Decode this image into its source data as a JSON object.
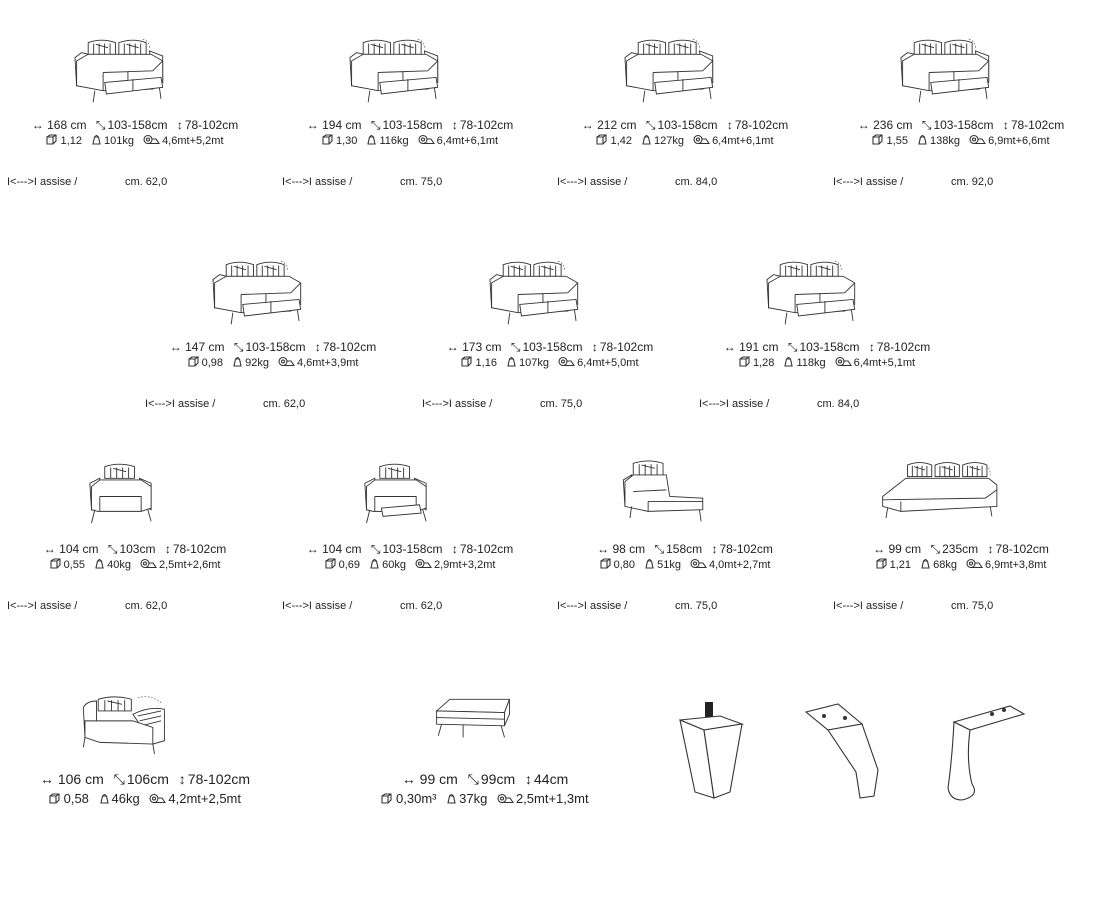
{
  "products": [
    {
      "id": "sofa-168",
      "kind": "sofa2",
      "w": "168 cm",
      "d": "103-158cm",
      "h": "78-102cm",
      "vol": "1,12",
      "weight": "101kg",
      "fabric": "4,6mt+5,2mt",
      "assise_label": "I<--->I assise /",
      "assise_value": "cm. 62,0"
    },
    {
      "id": "sofa-194",
      "kind": "sofa2",
      "w": "194 cm",
      "d": "103-158cm",
      "h": "78-102cm",
      "vol": "1,30",
      "weight": "116kg",
      "fabric": "6,4mt+6,1mt",
      "assise_label": "I<--->I assise /",
      "assise_value": "cm. 75,0"
    },
    {
      "id": "sofa-212",
      "kind": "sofa2",
      "w": "212 cm",
      "d": "103-158cm",
      "h": "78-102cm",
      "vol": "1,42",
      "weight": "127kg",
      "fabric": "6,4mt+6,1mt",
      "assise_label": "I<--->I assise /",
      "assise_value": "cm. 84,0"
    },
    {
      "id": "sofa-236",
      "kind": "sofa2",
      "w": "236 cm",
      "d": "103-158cm",
      "h": "78-102cm",
      "vol": "1,55",
      "weight": "138kg",
      "fabric": "6,9mt+6,6mt",
      "assise_label": "I<--->I assise /",
      "assise_value": "cm. 92,0"
    },
    {
      "id": "sofa-147",
      "kind": "sofa1arm",
      "w": "147 cm",
      "d": "103-158cm",
      "h": "78-102cm",
      "vol": "0,98",
      "weight": "92kg",
      "fabric": "4,6mt+3,9mt",
      "assise_label": "I<--->I assise /",
      "assise_value": "cm. 62,0"
    },
    {
      "id": "sofa-173",
      "kind": "sofa1arm",
      "w": "173 cm",
      "d": "103-158cm",
      "h": "78-102cm",
      "vol": "1,16",
      "weight": "107kg",
      "fabric": "6,4mt+5,0mt",
      "assise_label": "I<--->I assise /",
      "assise_value": "cm. 75,0"
    },
    {
      "id": "sofa-191",
      "kind": "sofa1arm",
      "w": "191 cm",
      "d": "103-158cm",
      "h": "78-102cm",
      "vol": "1,28",
      "weight": "118kg",
      "fabric": "6,4mt+5,1mt",
      "assise_label": "I<--->I assise /",
      "assise_value": "cm. 84,0"
    },
    {
      "id": "chair-104a",
      "kind": "chair",
      "w": "104 cm",
      "d": "103cm",
      "h": "78-102cm",
      "vol": "0,55",
      "weight": "40kg",
      "fabric": "2,5mt+2,6mt",
      "assise_label": "I<--->I assise /",
      "assise_value": "cm. 62,0"
    },
    {
      "id": "chair-104b",
      "kind": "chairrec",
      "w": "104 cm",
      "d": "103-158cm",
      "h": "78-102cm",
      "vol": "0,69",
      "weight": "60kg",
      "fabric": "2,9mt+3,2mt",
      "assise_label": "I<--->I assise /",
      "assise_value": "cm. 62,0"
    },
    {
      "id": "chaise-98",
      "kind": "chaise",
      "w": "98 cm",
      "d": "158cm",
      "h": "78-102cm",
      "vol": "0,80",
      "weight": "51kg",
      "fabric": "4,0mt+2,7mt",
      "assise_label": "I<--->I assise /",
      "assise_value": "cm. 75,0"
    },
    {
      "id": "lounge-99",
      "kind": "lounge",
      "w": "99 cm",
      "d": "235cm",
      "h": "78-102cm",
      "vol": "1,21",
      "weight": "68kg",
      "fabric": "6,9mt+3,8mt",
      "assise_label": "I<--->I assise /",
      "assise_value": "cm. 75,0"
    },
    {
      "id": "corner-106",
      "kind": "corner",
      "w": "106 cm",
      "d": "106cm",
      "h": "78-102cm",
      "vol": "0,58",
      "weight": "46kg",
      "fabric": "4,2mt+2,5mt"
    },
    {
      "id": "pouf-99",
      "kind": "pouf",
      "w": "99 cm",
      "d": "99cm",
      "h": "44cm",
      "vol": "0,30m³",
      "weight": "37kg",
      "fabric": "2,5mt+1,3mt"
    }
  ]
}
